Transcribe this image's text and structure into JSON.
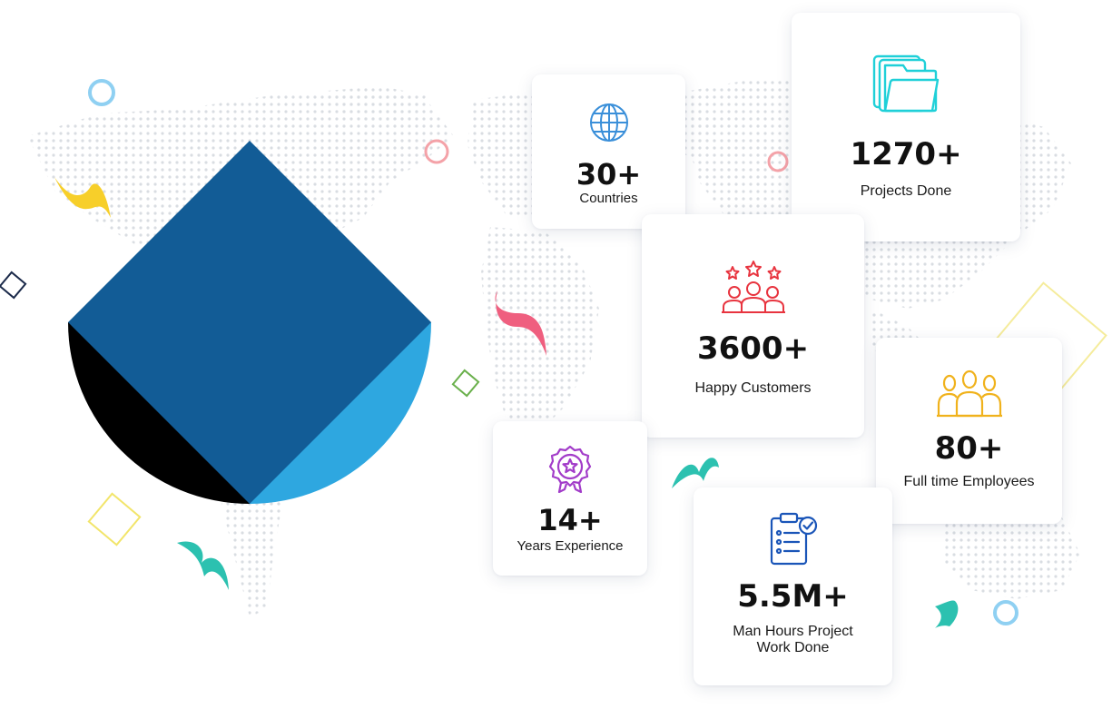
{
  "colors": {
    "diamond_main": "#125c96",
    "diamond_black": "#000000",
    "diamond_light": "#2ea7e0",
    "dots": "#d9dde2",
    "globe_icon": "#3a8fd9",
    "folder_icon": "#1fd0d8",
    "customers_icon": "#e8343f",
    "employees_icon": "#f0b21c",
    "experience_icon": "#a23cc9",
    "hours_icon": "#1a55b8"
  },
  "stats": [
    {
      "id": "countries",
      "value": "30+",
      "label": "Countries",
      "icon": "globe-icon"
    },
    {
      "id": "projects",
      "value": "1270+",
      "label": "Projects Done",
      "icon": "folders-icon"
    },
    {
      "id": "customers",
      "value": "3600+",
      "label": "Happy Customers",
      "icon": "happy-customers-icon"
    },
    {
      "id": "employees",
      "value": "80+",
      "label": "Full time Employees",
      "icon": "employees-group-icon"
    },
    {
      "id": "experience",
      "value": "14+",
      "label": "Years Experience",
      "icon": "award-badge-icon"
    },
    {
      "id": "hours",
      "value": "5.5M+",
      "label_line1": "Man Hours Project",
      "label_line2": "Work Done",
      "icon": "clipboard-checklist-icon"
    }
  ]
}
